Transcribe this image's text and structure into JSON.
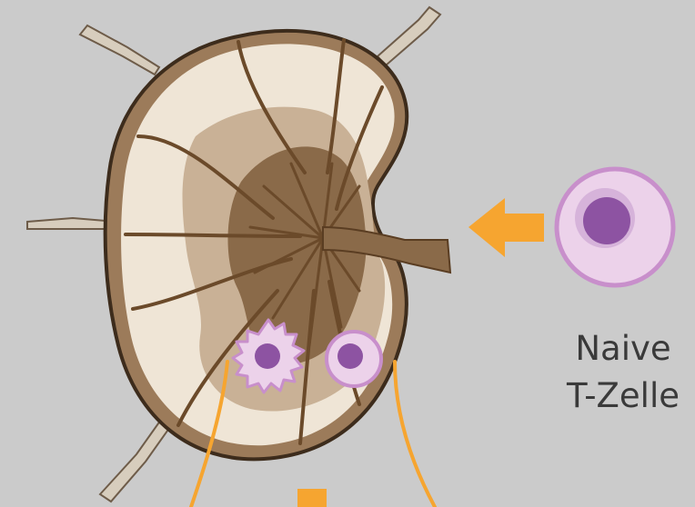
{
  "diagram": {
    "label_line1": "Naive",
    "label_line2": "T-Zelle"
  },
  "colors": {
    "background": "#cbcbcb",
    "capsule": "#9c7b5a",
    "cortex": "#efe5d6",
    "paracortex": "#c9b196",
    "medulla": "#8a6a49",
    "trabeculae": "#6b4a2a",
    "arrow": "#f6a530",
    "cell_outer": "#ecd2ea",
    "cell_ring": "#c88fcb",
    "cell_nucleus": "#8d53a2",
    "vessel_stub": "#d7cdbd"
  },
  "icons": {
    "lymph_node": "lymph-node-illustration",
    "arrow_in": "arrow-left-icon",
    "arrow_down": "arrow-down-icon",
    "naive_t_cell": "t-cell-icon",
    "dendritic_cell": "dendritic-cell-icon",
    "t_cell_in_node": "t-cell-icon"
  }
}
